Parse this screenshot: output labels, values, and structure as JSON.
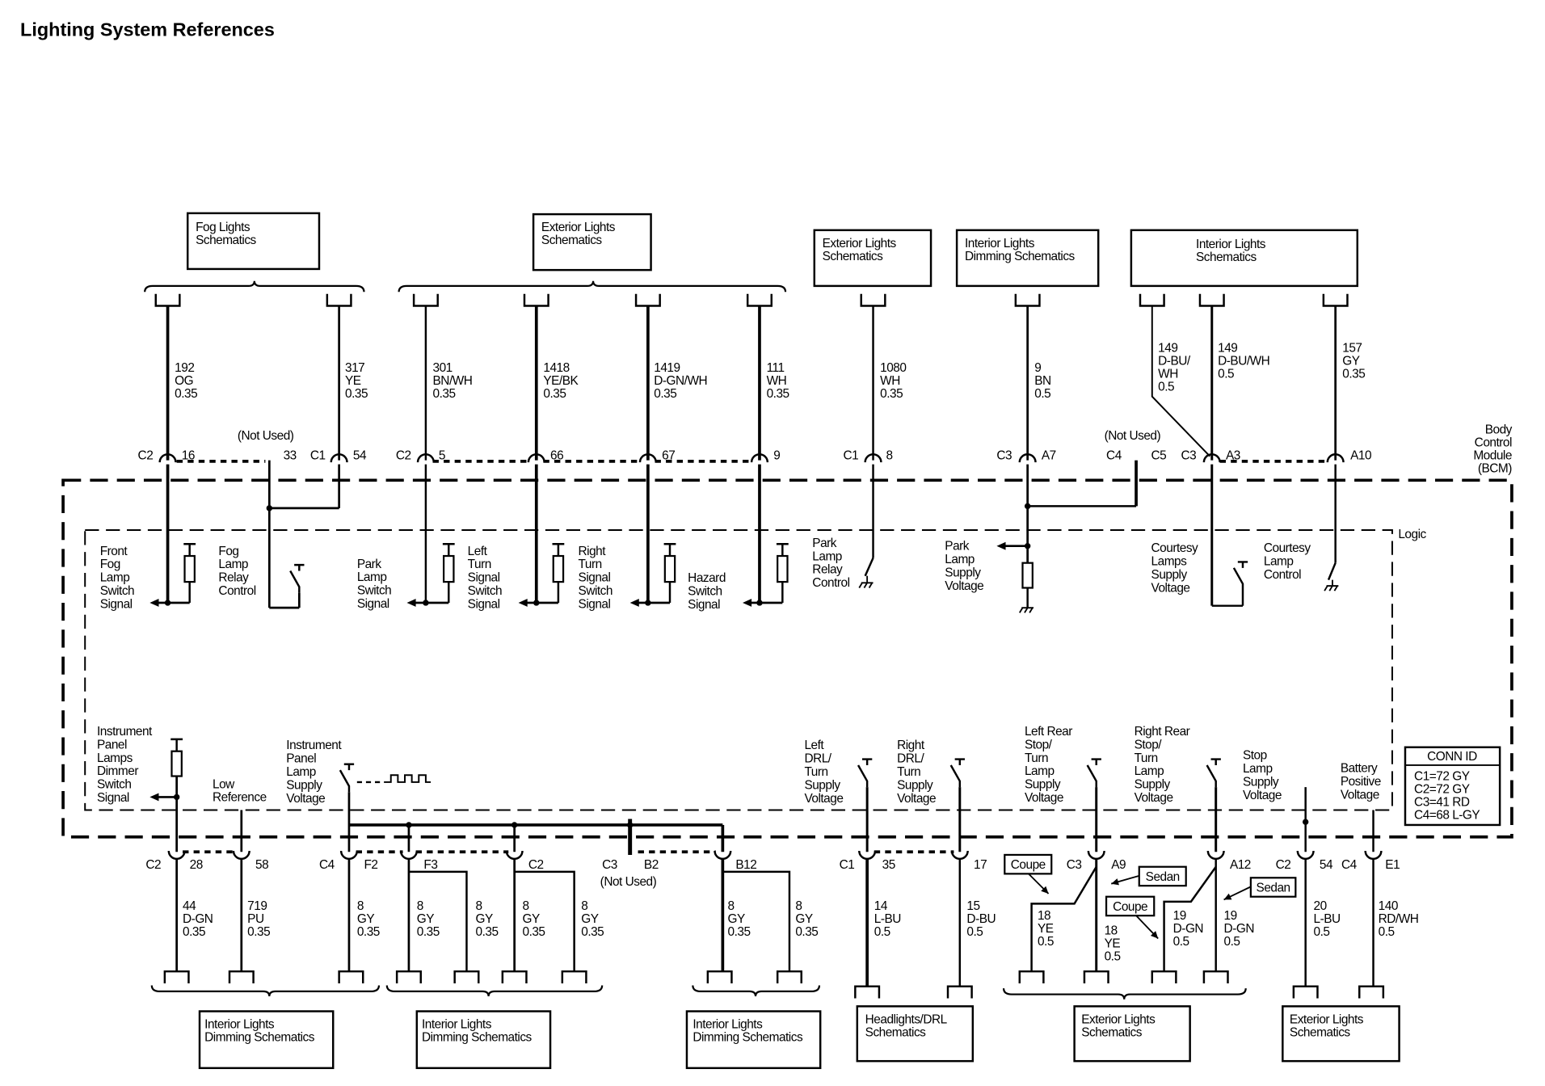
{
  "title": "Lighting System References",
  "colors": {
    "ink": "#000000",
    "background": "#ffffff"
  },
  "top_references": [
    [
      "Fog Lights",
      "Schematics"
    ],
    [
      "Exterior Lights",
      "Schematics"
    ],
    [
      "Exterior Lights",
      "Schematics"
    ],
    [
      "Interior Lights",
      "Dimming Schematics"
    ],
    [
      "Interior Lights",
      "Schematics"
    ]
  ],
  "top_circuits": [
    [
      "192",
      "OG",
      "0.35"
    ],
    [
      "317",
      "YE",
      "0.35"
    ],
    [
      "301",
      "BN/WH",
      "0.35"
    ],
    [
      "1418",
      "YE/BK",
      "0.35"
    ],
    [
      "1419",
      "D-GN/WH",
      "0.35"
    ],
    [
      "111",
      "WH",
      "0.35"
    ],
    [
      "1080",
      "WH",
      "0.35"
    ],
    [
      "9",
      "BN",
      "0.5"
    ],
    [
      "149",
      "D-BU/",
      "WH",
      "0.5"
    ],
    [
      "149",
      "D-BU/WH",
      "0.5"
    ],
    [
      "157",
      "GY",
      "0.35"
    ]
  ],
  "top_pins": [
    "C2",
    "16",
    "(Not Used)",
    "33",
    "C1",
    "54",
    "C2",
    "5",
    "66",
    "67",
    "9",
    "C1",
    "8",
    "C3",
    "A7",
    "(Not Used)",
    "C4",
    "C5",
    "C3",
    "A3",
    "A10"
  ],
  "module": [
    "Body",
    "Control",
    "Module",
    "(BCM)"
  ],
  "logic_label": "Logic",
  "internal_labels": [
    [
      "Front",
      "Fog",
      "Lamp",
      "Switch",
      "Signal"
    ],
    [
      "Fog",
      "Lamp",
      "Relay",
      "Control"
    ],
    [
      "Park",
      "Lamp",
      "Switch",
      "Signal"
    ],
    [
      "Left",
      "Turn",
      "Signal",
      "Switch",
      "Signal"
    ],
    [
      "Right",
      "Turn",
      "Signal",
      "Switch",
      "Signal"
    ],
    [
      "Hazard",
      "Switch",
      "Signal"
    ],
    [
      "Park",
      "Lamp",
      "Relay",
      "Control"
    ],
    [
      "Park",
      "Lamp",
      "Supply",
      "Voltage"
    ],
    [
      "Courtesy",
      "Lamps",
      "Supply",
      "Voltage"
    ],
    [
      "Courtesy",
      "Lamp",
      "Control"
    ],
    [
      "Instrument",
      "Panel",
      "Lamps",
      "Dimmer",
      "Switch",
      "Signal"
    ],
    [
      "Low",
      "Reference"
    ],
    [
      "Instrument",
      "Panel",
      "Lamp",
      "Supply",
      "Voltage"
    ],
    [
      "Left",
      "DRL/",
      "Turn",
      "Supply",
      "Voltage"
    ],
    [
      "Right",
      "DRL/",
      "Turn",
      "Supply",
      "Voltage"
    ],
    [
      "Left Rear",
      "Stop/",
      "Turn",
      "Lamp",
      "Supply",
      "Voltage"
    ],
    [
      "Right Rear",
      "Stop/",
      "Turn",
      "Lamp",
      "Supply",
      "Voltage"
    ],
    [
      "Stop",
      "Lamp",
      "Supply",
      "Voltage"
    ],
    [
      "Battery",
      "Positive",
      "Voltage"
    ]
  ],
  "bottom_pins": [
    "C2",
    "28",
    "58",
    "C4",
    "F2",
    "F3",
    "C2",
    "C3",
    "B2",
    "(Not Used)",
    "B12",
    "C1",
    "35",
    "17",
    "C3",
    "A9",
    "A12",
    "C2",
    "54",
    "C4",
    "E1"
  ],
  "bottom_circuits": [
    [
      "44",
      "D-GN",
      "0.35"
    ],
    [
      "719",
      "PU",
      "0.35"
    ],
    [
      "8",
      "GY",
      "0.35"
    ],
    [
      "8",
      "GY",
      "0.35"
    ],
    [
      "8",
      "GY",
      "0.35"
    ],
    [
      "8",
      "GY",
      "0.35"
    ],
    [
      "8",
      "GY",
      "0.35"
    ],
    [
      "8",
      "GY",
      "0.35"
    ],
    [
      "8",
      "GY",
      "0.35"
    ],
    [
      "14",
      "L-BU",
      "0.5"
    ],
    [
      "15",
      "D-BU",
      "0.5"
    ],
    [
      "18",
      "YE",
      "0.5"
    ],
    [
      "18",
      "YE",
      "0.5"
    ],
    [
      "19",
      "D-GN",
      "0.5"
    ],
    [
      "19",
      "D-GN",
      "0.5"
    ],
    [
      "20",
      "L-BU",
      "0.5"
    ],
    [
      "140",
      "RD/WH",
      "0.5"
    ]
  ],
  "variant_tags": [
    "Coupe",
    "Sedan",
    "Coupe",
    "Sedan"
  ],
  "conn_id": {
    "header": "CONN ID",
    "lines": [
      "C1=72 GY",
      "C2=72 GY",
      "C3=41 RD",
      "C4=68 L-GY"
    ]
  },
  "bottom_references": [
    [
      "Interior Lights",
      "Dimming Schematics"
    ],
    [
      "Interior Lights",
      "Dimming Schematics"
    ],
    [
      "Interior Lights",
      "Dimming Schematics"
    ],
    [
      "Headlights/DRL",
      "Schematics"
    ],
    [
      "Exterior Lights",
      "Schematics"
    ],
    [
      "Exterior Lights",
      "Schematics"
    ]
  ]
}
